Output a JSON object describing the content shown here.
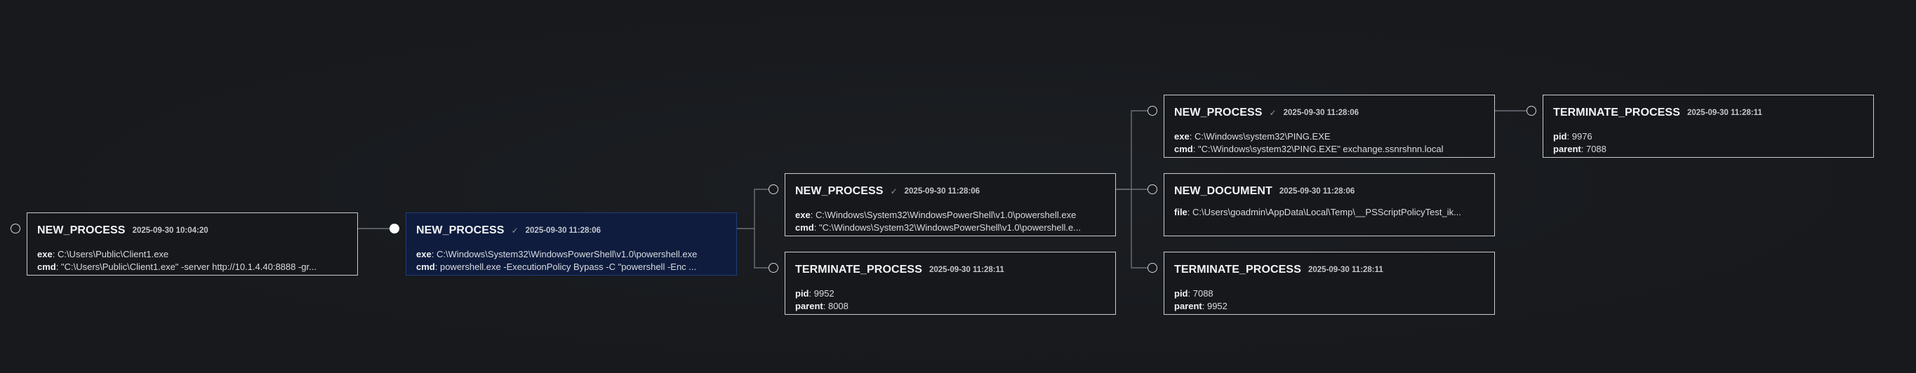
{
  "nodes": [
    {
      "type": "NEW_PROCESS",
      "check": "",
      "time": "2025-09-30 10:04:20",
      "fields": [
        {
          "key": "exe",
          "value": "C:\\Users\\Public\\Client1.exe"
        },
        {
          "key": "cmd",
          "value": "\"C:\\Users\\Public\\Client1.exe\" -server http://10.1.4.40:8888 -gr..."
        }
      ]
    },
    {
      "type": "NEW_PROCESS",
      "check": "✓",
      "time": "2025-09-30 11:28:06",
      "fields": [
        {
          "key": "exe",
          "value": "C:\\Windows\\System32\\WindowsPowerShell\\v1.0\\powershell.exe"
        },
        {
          "key": "cmd",
          "value": "powershell.exe -ExecutionPolicy Bypass -C \"powershell -Enc ..."
        }
      ]
    },
    {
      "type": "NEW_PROCESS",
      "check": "✓",
      "time": "2025-09-30 11:28:06",
      "fields": [
        {
          "key": "exe",
          "value": "C:\\Windows\\System32\\WindowsPowerShell\\v1.0\\powershell.exe"
        },
        {
          "key": "cmd",
          "value": "\"C:\\Windows\\System32\\WindowsPowerShell\\v1.0\\powershell.e..."
        }
      ]
    },
    {
      "type": "TERMINATE_PROCESS",
      "check": "",
      "time": "2025-09-30 11:28:11",
      "fields": [
        {
          "key": "pid",
          "value": "9952"
        },
        {
          "key": "parent",
          "value": "8008"
        }
      ]
    },
    {
      "type": "NEW_PROCESS",
      "check": "✓",
      "time": "2025-09-30 11:28:06",
      "fields": [
        {
          "key": "exe",
          "value": "C:\\Windows\\system32\\PING.EXE"
        },
        {
          "key": "cmd",
          "value": "\"C:\\Windows\\system32\\PING.EXE\" exchange.ssnrshnn.local"
        }
      ]
    },
    {
      "type": "NEW_DOCUMENT",
      "check": "",
      "time": "2025-09-30 11:28:06",
      "fields": [
        {
          "key": "file",
          "value": "C:\\Users\\goadmin\\AppData\\Local\\Temp\\__PSScriptPolicyTest_ik..."
        }
      ]
    },
    {
      "type": "TERMINATE_PROCESS",
      "check": "",
      "time": "2025-09-30 11:28:11",
      "fields": [
        {
          "key": "pid",
          "value": "7088"
        },
        {
          "key": "parent",
          "value": "9952"
        }
      ]
    },
    {
      "type": "TERMINATE_PROCESS",
      "check": "",
      "time": "2025-09-30 11:28:11",
      "fields": [
        {
          "key": "pid",
          "value": "9976"
        },
        {
          "key": "parent",
          "value": "7088"
        }
      ]
    }
  ],
  "selected_node": 1,
  "colors": {
    "background": "#17191d",
    "node_border": "#c9ccd1",
    "selected_bg": "#0f1c3e",
    "selected_border": "#1f3b7a",
    "edge": "#6b7078"
  }
}
